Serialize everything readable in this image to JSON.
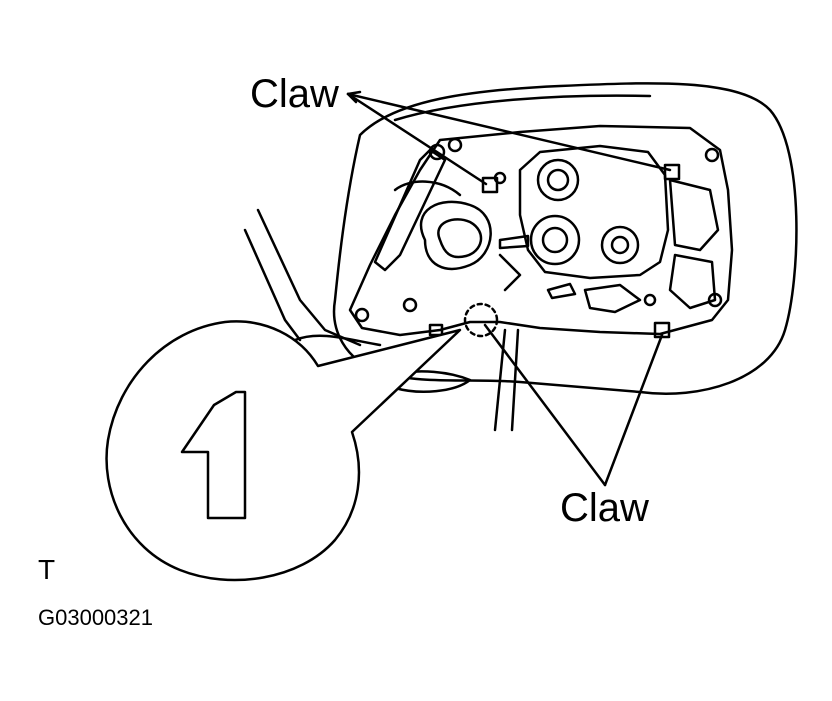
{
  "labels": {
    "claw_top": "Claw",
    "claw_bottom": "Claw",
    "view_letter": "T",
    "figure_code": "G03000321"
  },
  "callout": {
    "step_number": "1"
  },
  "colors": {
    "line": "#000000",
    "background": "#ffffff"
  }
}
